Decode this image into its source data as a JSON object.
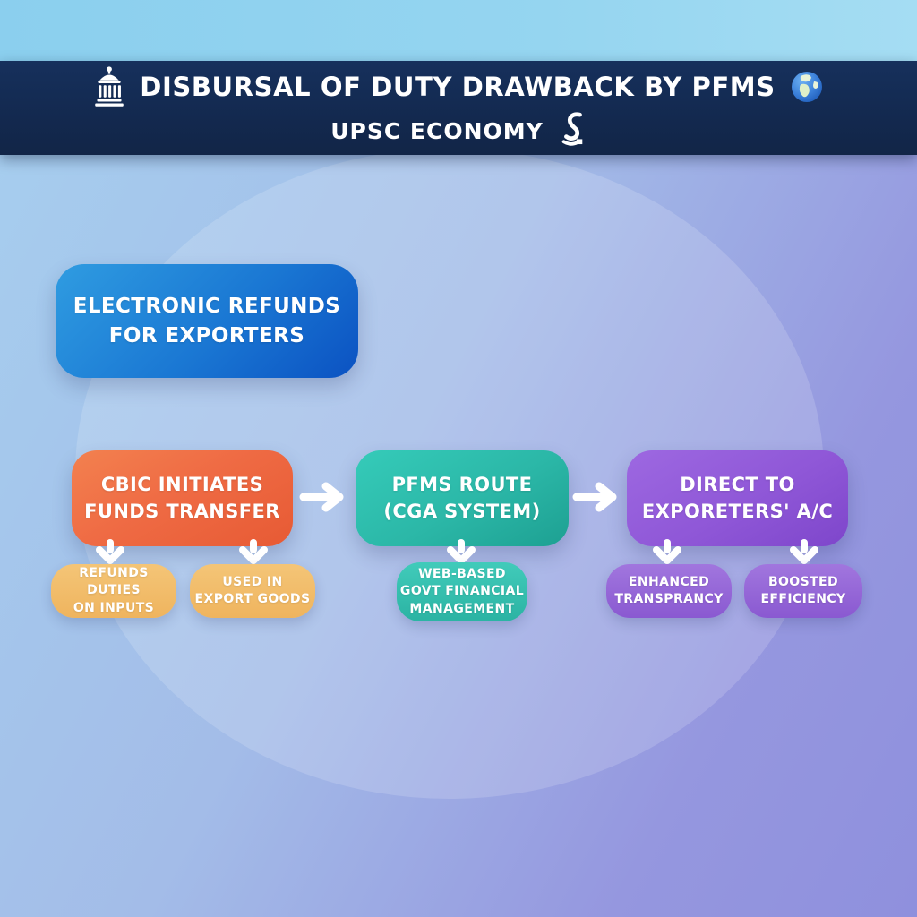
{
  "header": {
    "title": "DISBURSAL OF DUTY DRAWBACK BY PFMS",
    "subtitle": "UPSC ECONOMY",
    "icons": [
      "bank-icon",
      "globe-icon",
      "rupee-icon"
    ]
  },
  "intro_box": {
    "label": "ELECTRONIC REFUNDS\nFOR EXPORTERS"
  },
  "steps": [
    {
      "label": "CBIC INITIATES\nFUNDS TRANSFER",
      "children": [
        {
          "label": "REFUNDS DUTIES\nON INPUTS"
        },
        {
          "label": "USED IN\nEXPORT GOODS"
        }
      ]
    },
    {
      "label": "PFMS ROUTE\n(CGA SYSTEM)",
      "children": [
        {
          "label": "WEB-BASED\nGOVT FINANCIAL\nMANAGEMENT"
        }
      ]
    },
    {
      "label": "DIRECT TO\nEXPORETERS' A/C",
      "children": [
        {
          "label": "ENHANCED\nTRANSPRANCY"
        },
        {
          "label": "BOOSTED\nEFFICIENCY"
        }
      ]
    }
  ],
  "colors": {
    "header_bg": "#13294f",
    "top_strip": "#8bcfee",
    "bg_gradient_start": "#a6cdee",
    "bg_gradient_end": "#8f90dd",
    "intro_blue_top": "#2f9ce1",
    "intro_blue_bottom": "#0b52c2",
    "step_orange_top": "#f3814f",
    "step_orange_bottom": "#e75a34",
    "chip_orange": "#f2bc69",
    "step_teal_top": "#35cbb9",
    "step_teal_bottom": "#1da092",
    "chip_teal": "#38c5b4",
    "step_purple_top": "#9d68e1",
    "step_purple_bottom": "#7e46cb",
    "chip_purple": "#9468d6",
    "arrow_color": "#ffffff",
    "text_color": "#ffffff"
  }
}
